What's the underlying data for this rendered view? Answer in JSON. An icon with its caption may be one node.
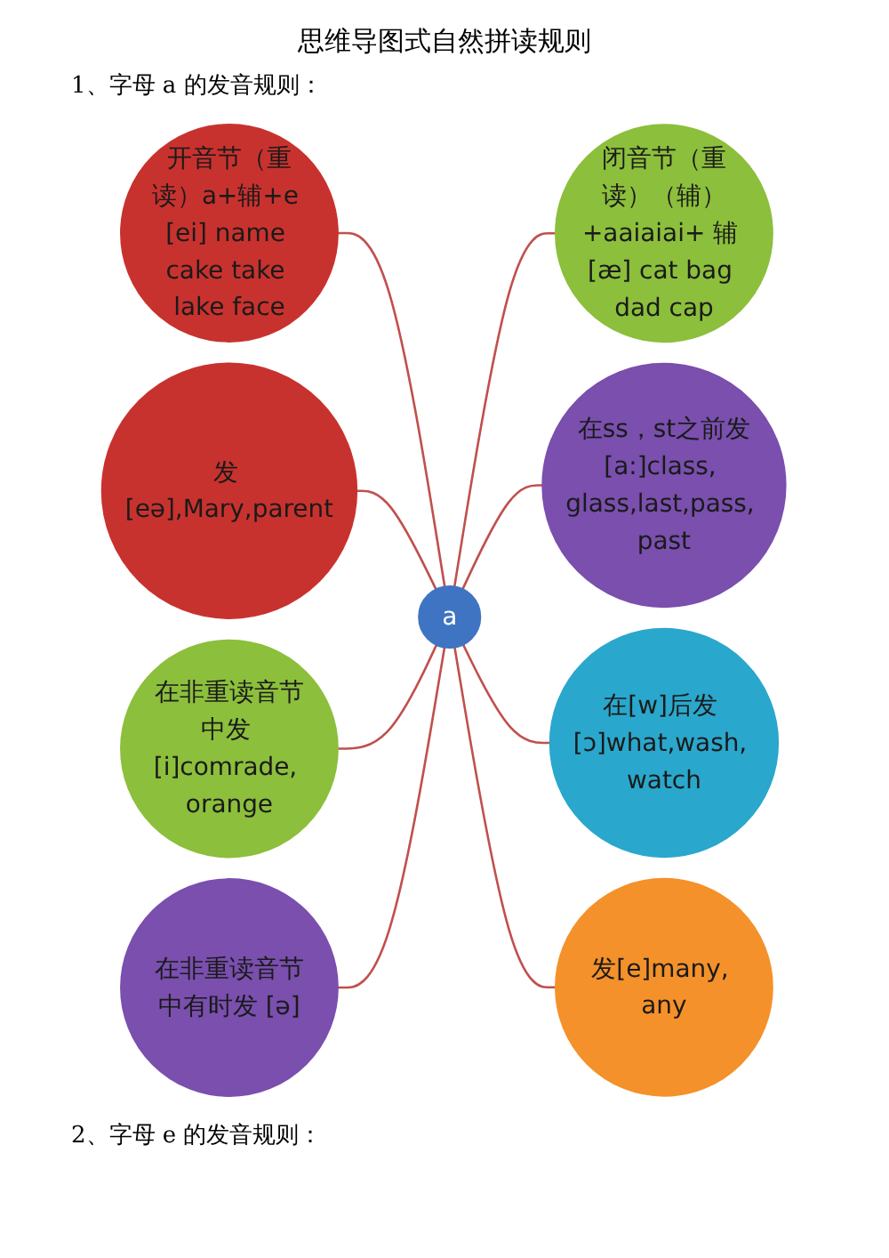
{
  "diagram": {
    "title": "思维导图式自然拼读规则",
    "nodes": [
      {
        "text": [
          "a"
        ]
      },
      {
        "text": [
          "开音节（重读）a+辅+e [ei] name cake take lake face"
        ]
      },
      {
        "text": [
          "闭音节（重读）（辅）+aaiaiai+ 辅 [æ] cat bag dad cap"
        ]
      },
      {
        "text": [
          "在ss，st之前发[a:]class, glass,last,pass, past"
        ]
      },
      {
        "text": [
          "在[w]后发 [ɔ]what,wash, watch"
        ]
      },
      {
        "text": [
          "发[e]many, any"
        ]
      },
      {
        "text": [
          "发 [eə],Mary,parent"
        ]
      },
      {
        "text": [
          "在非重读音节中发 [i]comrade, orange"
        ]
      },
      {
        "text": [
          "在非重读音节中有时发 [ə]"
        ]
      }
    ],
    "edges": [
      {
        "from": 1,
        "to": 0,
        "arrow": "none"
      },
      {
        "from": 0,
        "to": 2,
        "arrow": "none"
      },
      {
        "from": 0,
        "to": 3,
        "arrow": "none"
      },
      {
        "from": 0,
        "to": 4,
        "arrow": "none"
      },
      {
        "from": 0,
        "to": 5,
        "arrow": "none"
      },
      {
        "from": 6,
        "to": 0,
        "arrow": "none"
      },
      {
        "from": 7,
        "to": 0,
        "arrow": "none"
      },
      {
        "from": 8,
        "to": 0,
        "arrow": "none"
      }
    ],
    "labels": [
      "1、字母 a 的发音规则：",
      "2、字母 e 的发音规则："
    ]
  }
}
